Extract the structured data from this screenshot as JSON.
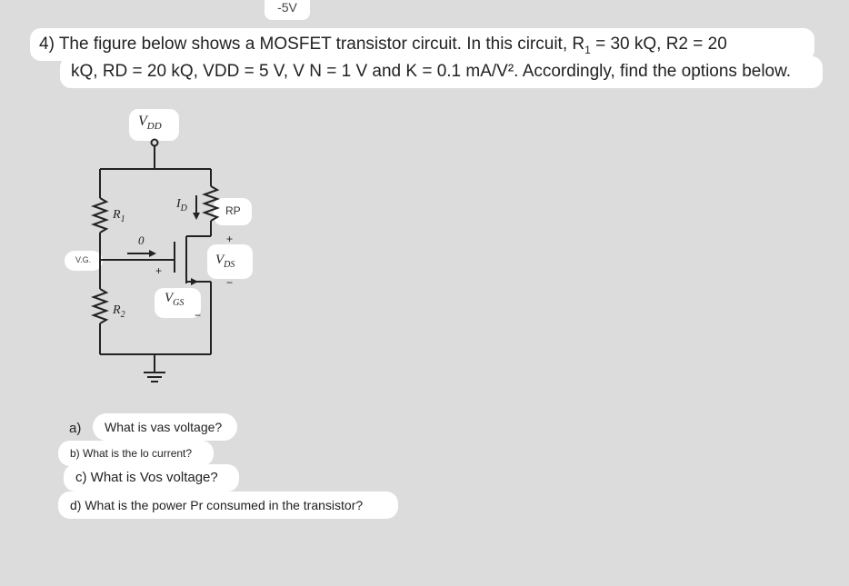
{
  "top_tag": "-5V",
  "question": {
    "line1_pre": "4) The figure below shows a MOSFET transistor circuit. In this circuit, R",
    "line1_sub": "1",
    "line1_post": " = 30 kQ, R2 = 20",
    "line2": "kQ, RD = 20 kQ, VDD = 5 V, V N = 1 V and K = 0.1 mA/V². Accordingly, find the options below."
  },
  "circuit": {
    "vdd_label": "VDD",
    "vdd_main": "V",
    "vdd_sub": "DD",
    "r1_main": "R",
    "r1_sub": "1",
    "r2_main": "R",
    "r2_sub": "2",
    "id_main": "I",
    "id_sub": "D",
    "rp_label": "RP",
    "vds_main": "V",
    "vds_sub": "DS",
    "vgs_main": "V",
    "vgs_sub": "GS",
    "vg_label": "V.G.",
    "zero_label": "0",
    "plus": "+",
    "minus": "−"
  },
  "options": {
    "a_letter": "a)",
    "a_text": "What is vas voltage?",
    "b_text": "b) What is the lo current?",
    "c_text": "c) What is Vos voltage?",
    "d_text": "d) What is the power Pr consumed in the transistor?"
  }
}
